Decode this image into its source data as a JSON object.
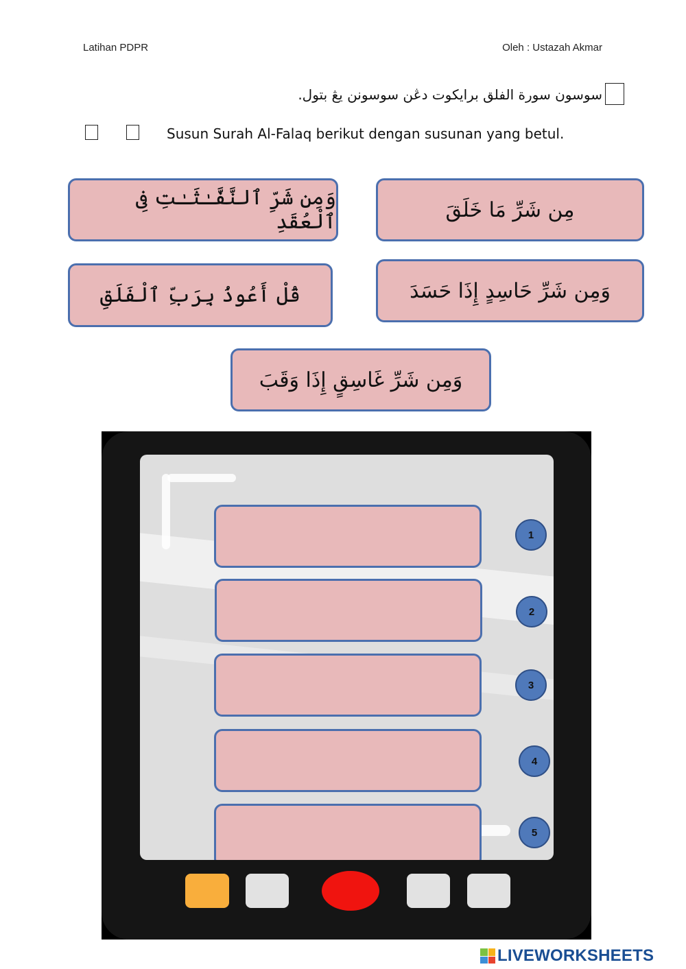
{
  "header": {
    "left": "Latihan PDPR",
    "right": "Oleh : Ustazah Akmar"
  },
  "instructions": {
    "arabic": "سوسون سورة الفلق برايكوت دڠن سوسونن يڠ بتول.",
    "malay": "Susun Surah Al-Falaq berikut dengan susunan yang betul."
  },
  "cards": [
    {
      "text": "وَمِن شَرِّ ٱلنَّفَّـٰثَـٰتِ فِى ٱلْعُقَدِ"
    },
    {
      "text": "مِن شَرِّ مَا خَلَقَ"
    },
    {
      "text": "قُلْ أَعُوذُ بِرَبِّ ٱلْفَلَقِ"
    },
    {
      "text": "وَمِن شَرِّ حَاسِدٍ إِذَا حَسَدَ"
    },
    {
      "text": "وَمِن شَرِّ غَاسِقٍ إِذَا وَقَبَ"
    }
  ],
  "slots": [
    {
      "number": "1"
    },
    {
      "number": "2"
    },
    {
      "number": "3"
    },
    {
      "number": "4"
    },
    {
      "number": "5"
    }
  ],
  "brand": {
    "text": "LIVEWORKSHEETS",
    "logo_colors": [
      "#7cc242",
      "#f7b21b",
      "#3d8fd6",
      "#e8432e"
    ]
  },
  "colors": {
    "card_fill": "#e8b9ba",
    "card_border": "#4b6fae",
    "number_circle": "#4f79ba",
    "orange_button": "#f9ae3c",
    "red_button": "#f0140f",
    "gray_button": "#e2e2e2",
    "brand_blue": "#1a4e93"
  }
}
